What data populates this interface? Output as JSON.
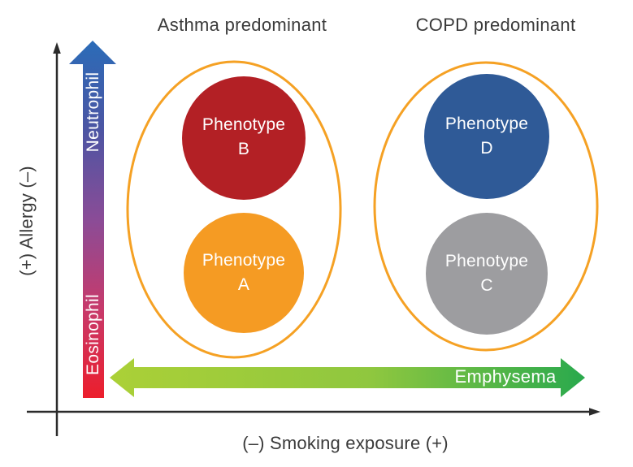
{
  "titles": {
    "asthma": "Asthma predominant",
    "copd": "COPD predominant"
  },
  "y_axis": {
    "label": "(+) Allergy (–)",
    "arrow_label_top": "Neutrophil",
    "arrow_label_bottom": "Eosinophil"
  },
  "x_axis": {
    "label": "(–) Smoking exposure (+)",
    "arrow_label": "Emphysema"
  },
  "phenotypes": [
    {
      "name": "Phenotype",
      "letter": "B",
      "color": "#B32025",
      "group": "asthma"
    },
    {
      "name": "Phenotype",
      "letter": "A",
      "color": "#F59B23",
      "group": "asthma"
    },
    {
      "name": "Phenotype",
      "letter": "D",
      "color": "#2F5A97",
      "group": "copd"
    },
    {
      "name": "Phenotype",
      "letter": "C",
      "color": "#9D9DA0",
      "group": "copd"
    }
  ],
  "colors": {
    "text": "#3A3A3A",
    "axis": "#2B2B2B",
    "ellipse_stroke": "#F5A124",
    "circle_text": "#FFFFFF",
    "vertical_gradient": [
      "#2B6CB8",
      "#4C55A3",
      "#8A4C97",
      "#C73A6B",
      "#EC1E2C"
    ],
    "horizontal_gradient": [
      "#ABD037",
      "#8FC73F",
      "#29A94D"
    ]
  }
}
